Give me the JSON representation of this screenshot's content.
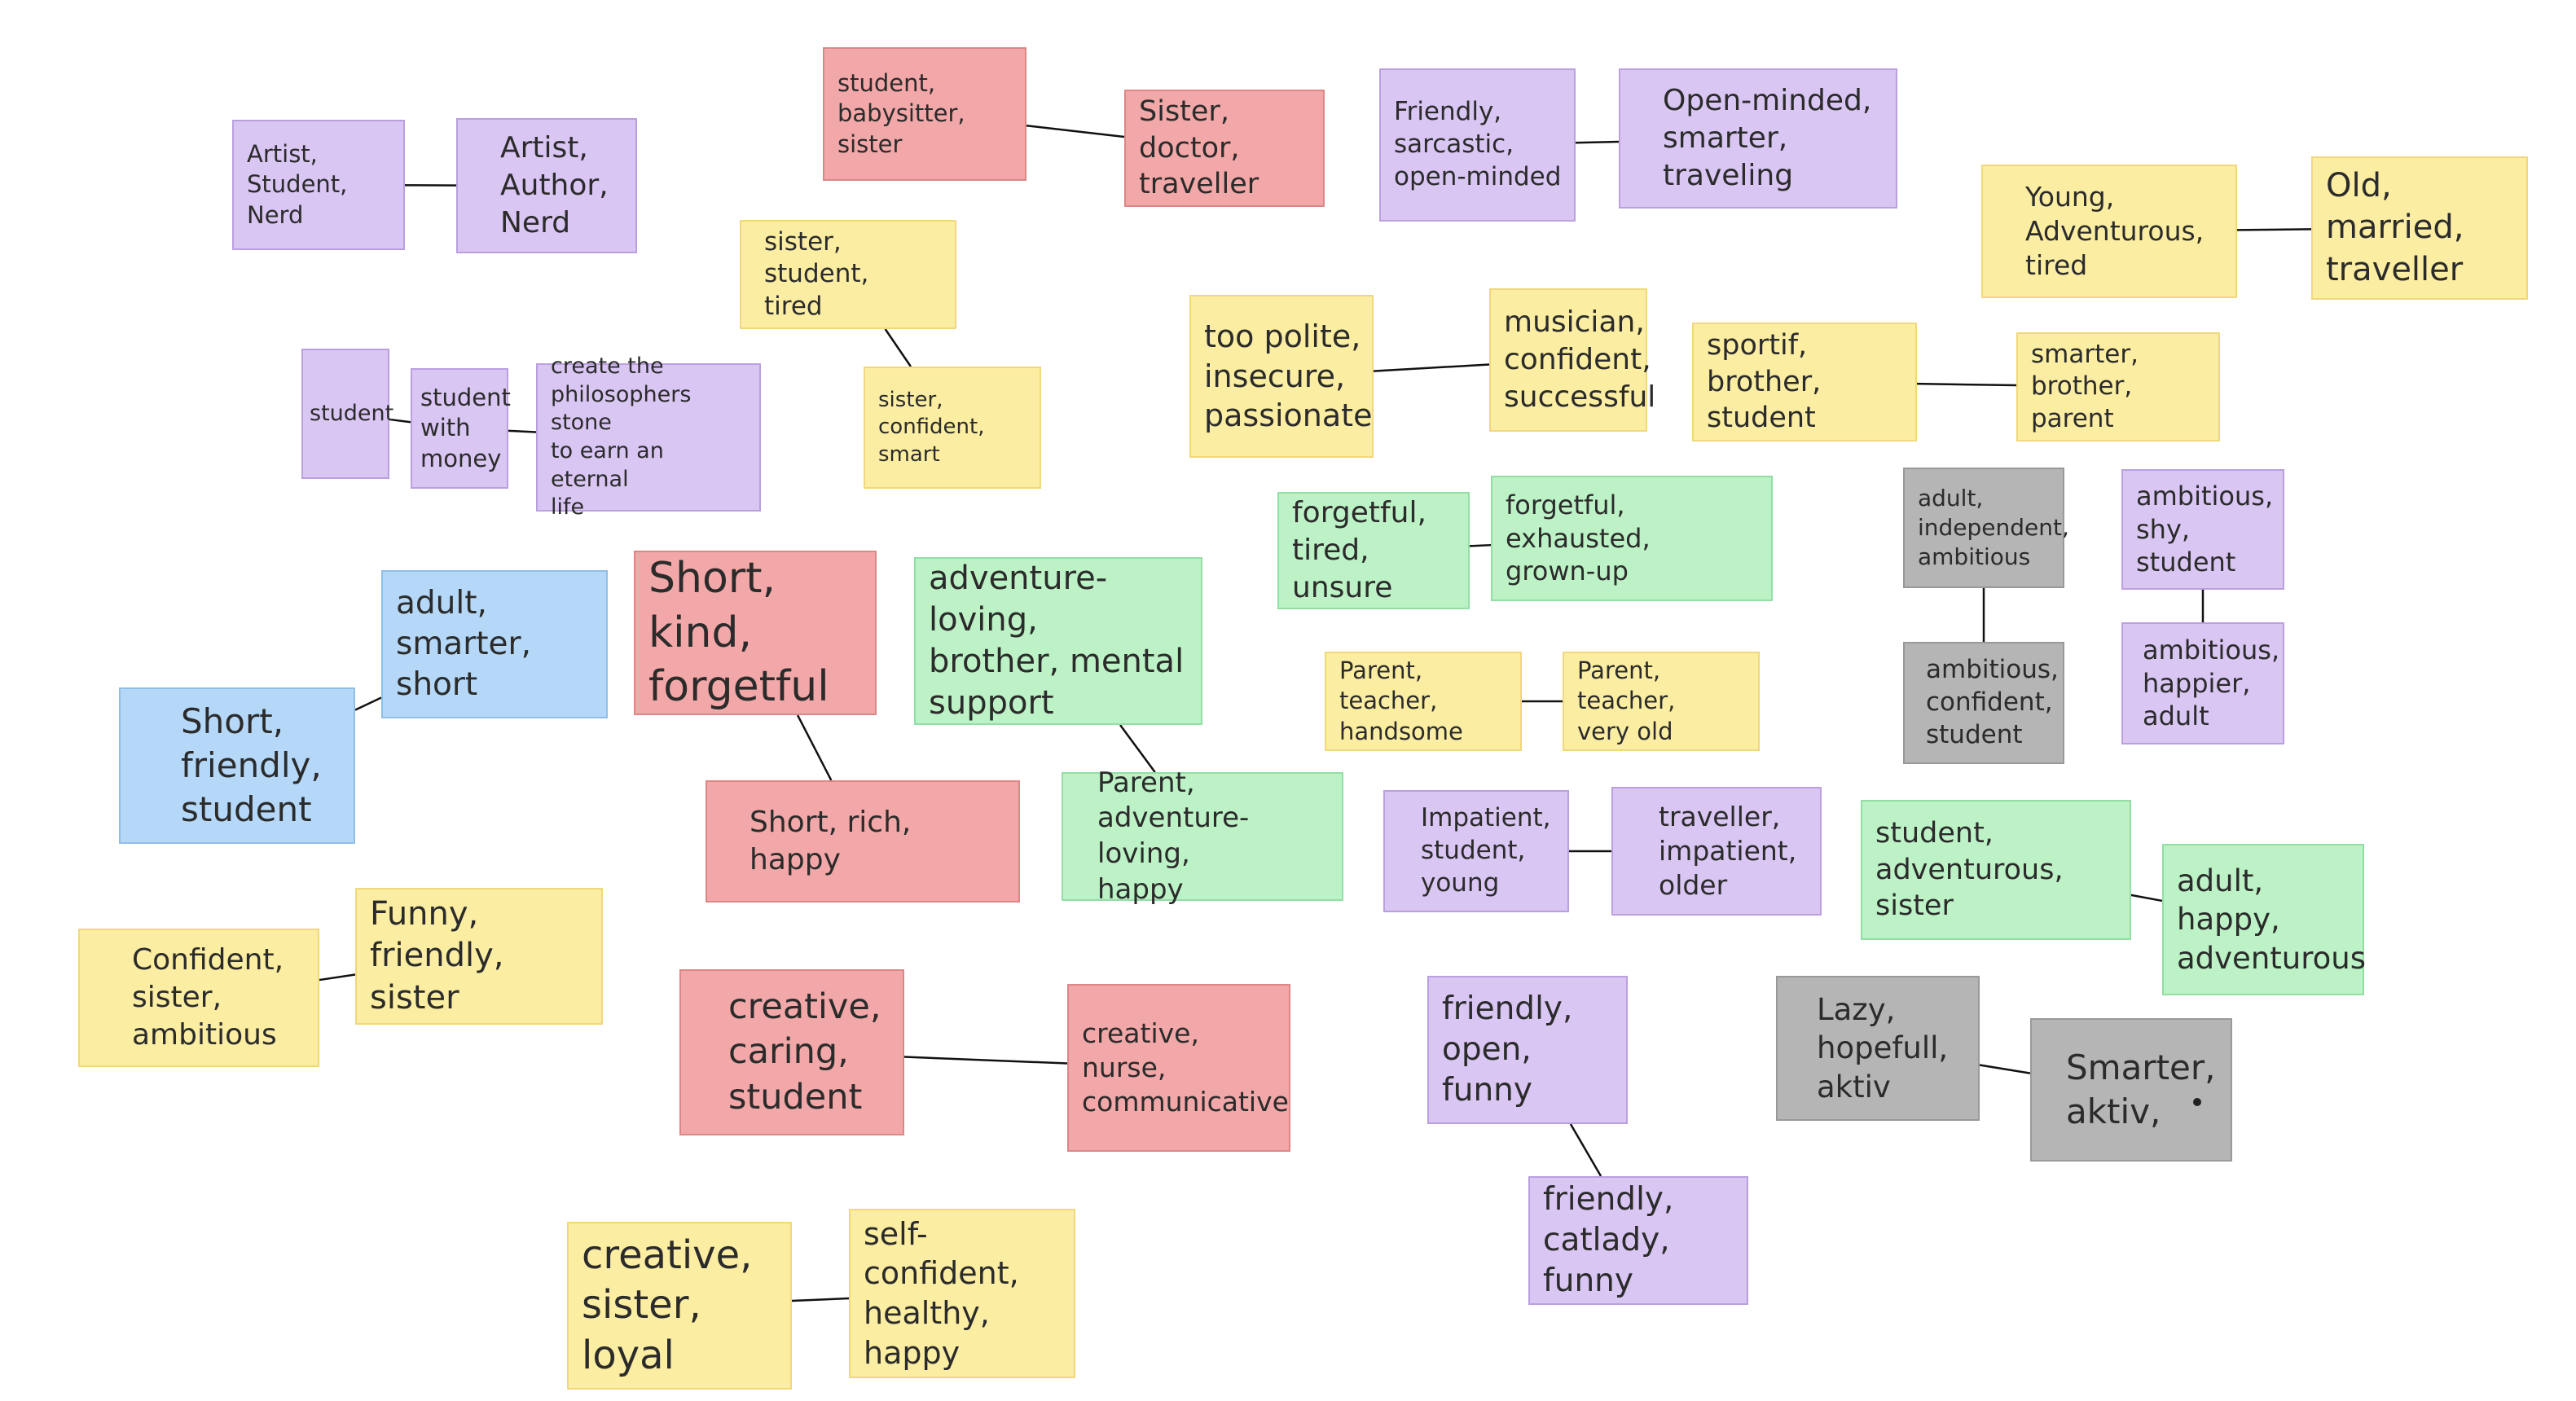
{
  "palette": {
    "yellow": {
      "fill": "#fbeda2",
      "edge": "#f1d77d"
    },
    "purple": {
      "fill": "#d9c6f3",
      "edge": "#bb9fdf"
    },
    "red": {
      "fill": "#f2a8a8",
      "edge": "#dc8686"
    },
    "green": {
      "fill": "#bdf2c6",
      "edge": "#92dea5"
    },
    "blue": {
      "fill": "#b5d8f8",
      "edge": "#8fbfe8"
    },
    "gray": {
      "fill": "#b5b5b5",
      "edge": "#999999"
    }
  },
  "notes": {
    "artist_1": {
      "text": "Artist,\nStudent, Nerd",
      "color": "purple"
    },
    "artist_2": {
      "text": "Artist,\nAuthor,\nNerd",
      "color": "purple"
    },
    "student_babysitter": {
      "text": "student,\nbabysitter, sister",
      "color": "red"
    },
    "sister_doctor": {
      "text": "Sister, doctor,\ntraveller",
      "color": "red"
    },
    "friendly_sarcastic": {
      "text": "Friendly,\nsarcastic,\nopen-minded",
      "color": "purple"
    },
    "open_minded": {
      "text": "Open-minded,\nsmarter,\ntraveling",
      "color": "purple"
    },
    "young_adventurous": {
      "text": "Young,\nAdventurous,\ntired",
      "color": "yellow"
    },
    "old_married": {
      "text": "Old, married,\ntraveller",
      "color": "yellow"
    },
    "sister_student_tired": {
      "text": "sister, student,\ntired",
      "color": "yellow"
    },
    "sister_confident_smart": {
      "text": "sister, confident,\nsmart",
      "color": "yellow"
    },
    "student": {
      "text": "student",
      "color": "purple"
    },
    "student_money": {
      "text": "student\nwith\nmoney",
      "color": "purple"
    },
    "philosophers_stone": {
      "text": "create the\nphilosophers stone\nto earn an eternal\nlife",
      "color": "purple"
    },
    "too_polite": {
      "text": "too polite,\ninsecure,\npassionate",
      "color": "yellow"
    },
    "musician": {
      "text": "musician,\nconfident,\nsuccessful",
      "color": "yellow"
    },
    "sportif": {
      "text": "sportif, brother,\nstudent",
      "color": "yellow"
    },
    "smarter_brother": {
      "text": "smarter,\nbrother, parent",
      "color": "yellow"
    },
    "forgetful_tired": {
      "text": "forgetful,\ntired, unsure",
      "color": "green"
    },
    "forgetful_exhausted": {
      "text": "forgetful, exhausted,\ngrown-up",
      "color": "green"
    },
    "adult_independent": {
      "text": "adult,\nindependent,\nambitious",
      "color": "gray"
    },
    "ambitious_confident": {
      "text": "ambitious,\nconfident,\nstudent",
      "color": "gray"
    },
    "ambitious_shy": {
      "text": "ambitious,\nshy, student",
      "color": "purple"
    },
    "ambitious_happier": {
      "text": "ambitious,\nhappier,\nadult",
      "color": "purple"
    },
    "adult_smarter_short": {
      "text": "adult,\nsmarter, short",
      "color": "blue"
    },
    "short_friendly": {
      "text": "Short,\nfriendly,\nstudent",
      "color": "blue"
    },
    "short_kind": {
      "text": "Short, kind,\nforgetful",
      "color": "red"
    },
    "short_rich": {
      "text": "Short, rich, happy",
      "color": "red"
    },
    "adventure_loving": {
      "text": "adventure-loving,\nbrother, mental\nsupport",
      "color": "green"
    },
    "parent_adventure": {
      "text": "Parent,\nadventure-loving,\nhappy",
      "color": "green"
    },
    "parent_teacher_handsome": {
      "text": "Parent, teacher,\nhandsome",
      "color": "yellow"
    },
    "parent_teacher_old": {
      "text": "Parent, teacher,\nvery old",
      "color": "yellow"
    },
    "impatient_student": {
      "text": "Impatient,\nstudent,\nyoung",
      "color": "purple"
    },
    "traveller_impatient": {
      "text": "traveller,\nimpatient,\nolder",
      "color": "purple"
    },
    "student_adventurous": {
      "text": "student,\nadventurous, sister",
      "color": "green"
    },
    "adult_happy": {
      "text": "adult, happy,\nadventurous",
      "color": "green"
    },
    "confident_sister": {
      "text": "Confident,\nsister,\nambitious",
      "color": "yellow"
    },
    "funny_friendly": {
      "text": "Funny, friendly,\nsister",
      "color": "yellow"
    },
    "creative_caring": {
      "text": "creative,\ncaring,\nstudent",
      "color": "red"
    },
    "creative_nurse": {
      "text": "creative, nurse,\ncommunicative",
      "color": "red"
    },
    "friendly_open": {
      "text": "friendly,\nopen, funny",
      "color": "purple"
    },
    "friendly_catlady": {
      "text": "friendly,\ncatlady, funny",
      "color": "purple"
    },
    "lazy_hopefull": {
      "text": "Lazy,\nhopefull,\naktiv",
      "color": "gray"
    },
    "smarter_aktiv": {
      "text": "Smarter,\naktiv,",
      "color": "gray"
    },
    "creative_sister_loyal": {
      "text": "creative,\nsister, loyal",
      "color": "yellow"
    },
    "self_confident": {
      "text": "self-confident,\nhealthy,\nhappy",
      "color": "yellow"
    }
  },
  "links": [
    [
      "artist_1",
      "artist_2"
    ],
    [
      "student_babysitter",
      "sister_doctor"
    ],
    [
      "friendly_sarcastic",
      "open_minded"
    ],
    [
      "young_adventurous",
      "old_married"
    ],
    [
      "sister_student_tired",
      "sister_confident_smart"
    ],
    [
      "student",
      "student_money"
    ],
    [
      "student_money",
      "philosophers_stone"
    ],
    [
      "too_polite",
      "musician"
    ],
    [
      "sportif",
      "smarter_brother"
    ],
    [
      "forgetful_tired",
      "forgetful_exhausted"
    ],
    [
      "adult_independent",
      "ambitious_confident"
    ],
    [
      "ambitious_shy",
      "ambitious_happier"
    ],
    [
      "short_friendly",
      "adult_smarter_short"
    ],
    [
      "short_kind",
      "short_rich"
    ],
    [
      "adventure_loving",
      "parent_adventure"
    ],
    [
      "parent_teacher_handsome",
      "parent_teacher_old"
    ],
    [
      "impatient_student",
      "traveller_impatient"
    ],
    [
      "student_adventurous",
      "adult_happy"
    ],
    [
      "confident_sister",
      "funny_friendly"
    ],
    [
      "creative_caring",
      "creative_nurse"
    ],
    [
      "friendly_open",
      "friendly_catlady"
    ],
    [
      "lazy_hopefull",
      "smarter_aktiv"
    ],
    [
      "creative_sister_loyal",
      "self_confident"
    ]
  ]
}
